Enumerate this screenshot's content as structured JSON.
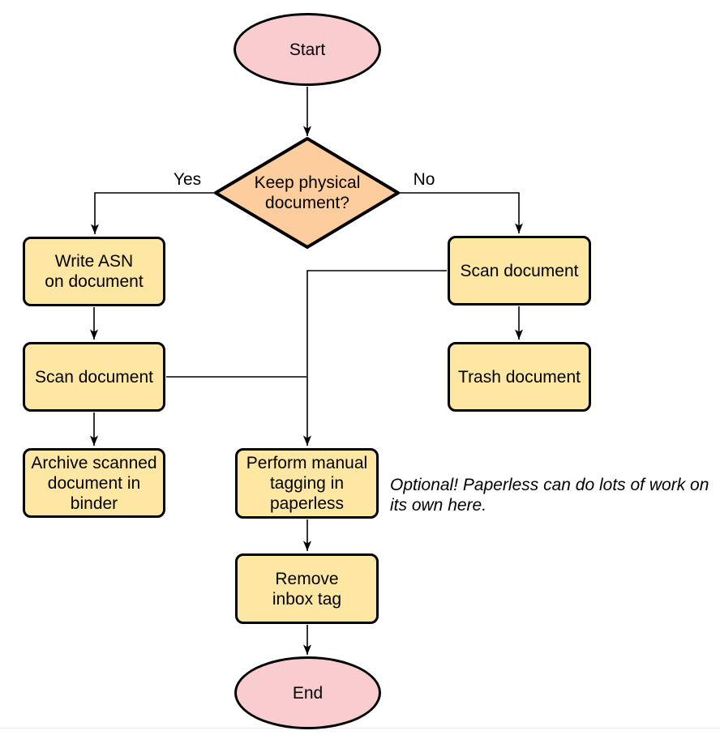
{
  "page": {
    "background": "#ffffff",
    "bottom_rule_color": "#e7e9eb"
  },
  "palette": {
    "terminal_fill": "#f9cdcf",
    "decision_fill": "#fecd9e",
    "process_fill": "#fde7a3",
    "stroke": "#000000",
    "text": "#000000"
  },
  "flowchart": {
    "nodes": {
      "start": "Start",
      "decision": "Keep physical\ndocument?",
      "write_asn": "Write ASN\non document",
      "scan_left": "Scan document",
      "archive": "Archive scanned\ndocument in\nbinder",
      "scan_right": "Scan document",
      "trash": "Trash document",
      "perform_tagging": "Perform manual\ntagging in\npaperless",
      "remove_inbox": "Remove\ninbox tag",
      "end": "End"
    },
    "edge_labels": {
      "yes": "Yes",
      "no": "No"
    },
    "note": "Optional! Paperless can do lots of work on\nits own here."
  }
}
